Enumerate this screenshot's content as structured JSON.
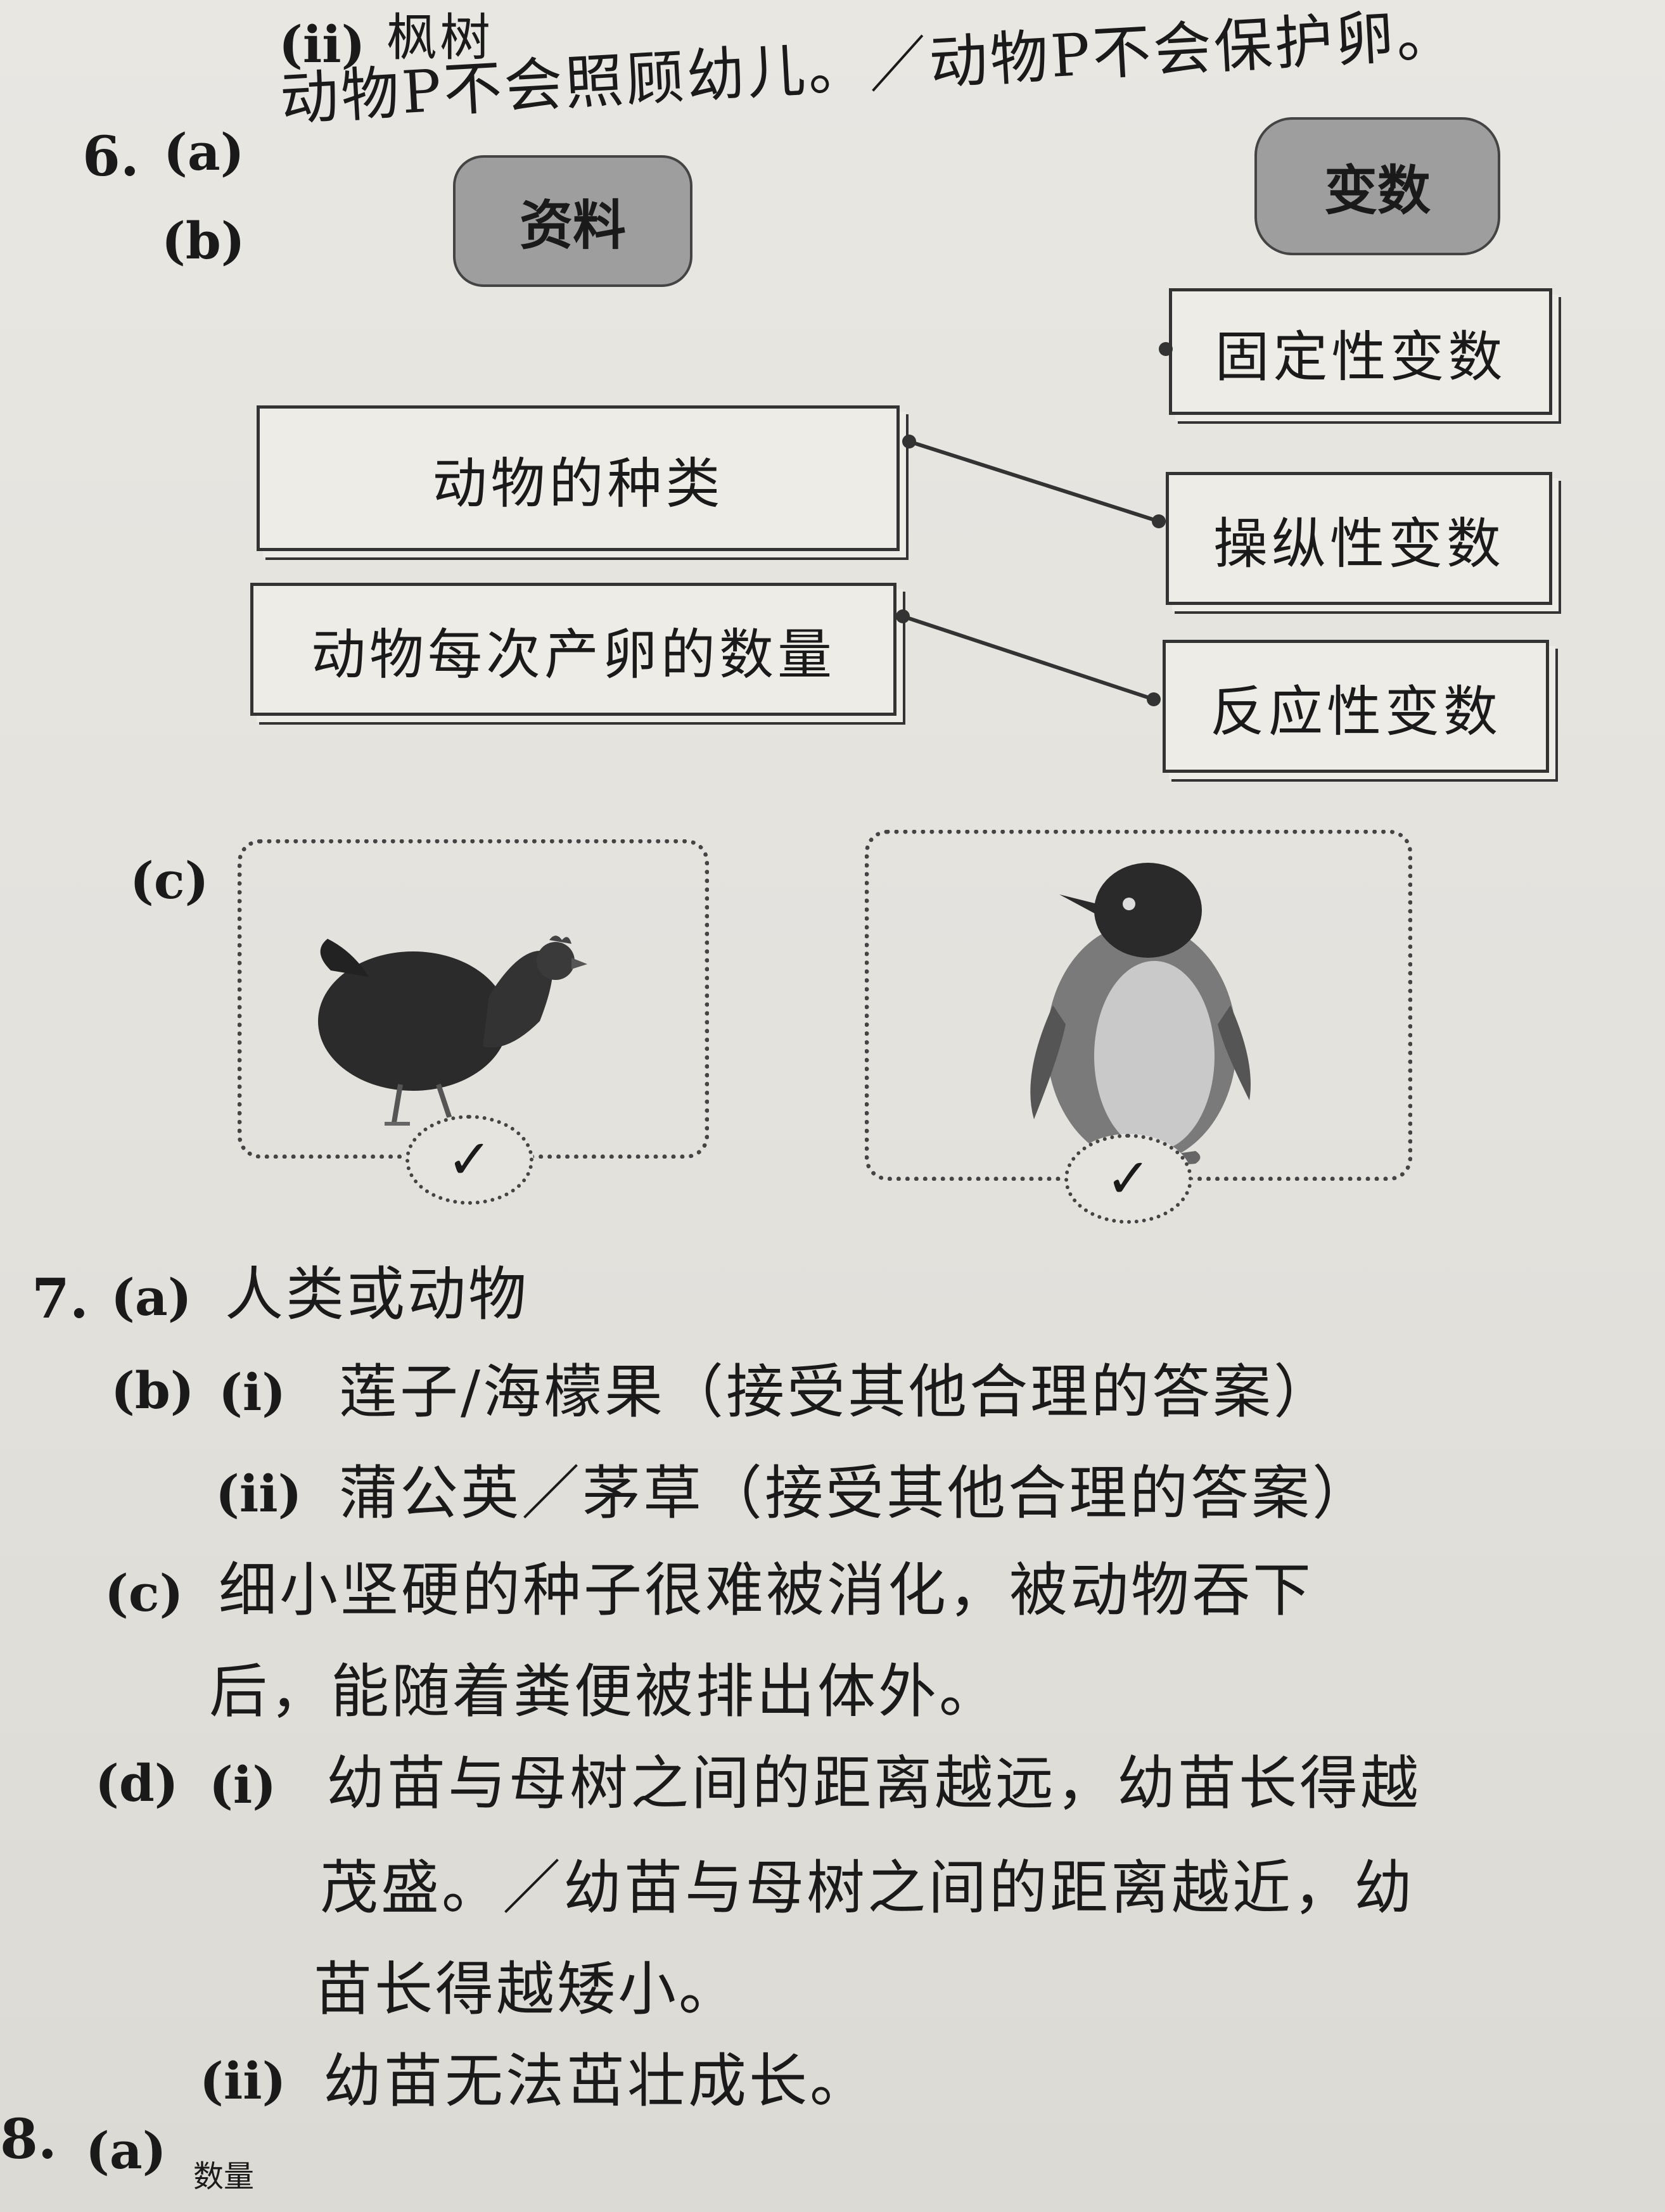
{
  "q5": {
    "sub_ii_label": "(ii)",
    "sub_ii_text": "枫树"
  },
  "q6": {
    "number": "6.",
    "a_label": "(a)",
    "a_text": "动物P不会照顾幼儿。／动物P不会保护卵。",
    "b_label": "(b)",
    "header_data": "资料",
    "header_variable": "变数",
    "data_items": [
      "动物的种类",
      "动物每次产卵的数量"
    ],
    "variable_items": [
      "固定性变数",
      "操纵性变数",
      "反应性变数"
    ],
    "c_label": "(c)",
    "c_mark": "✓",
    "c_images": [
      "chicken",
      "penguin"
    ]
  },
  "q7": {
    "number": "7.",
    "a_label": "(a)",
    "a_text": "人类或动物",
    "b_label": "(b)",
    "b_i_label": "(i)",
    "b_i_text": "莲子/海檬果（接受其他合理的答案）",
    "b_ii_label": "(ii)",
    "b_ii_text": "蒲公英／茅草（接受其他合理的答案）",
    "c_label": "(c)",
    "c_line1": "细小坚硬的种子很难被消化，被动物吞下",
    "c_line2": "后，能随着粪便被排出体外。",
    "d_label": "(d)",
    "d_i_label": "(i)",
    "d_i_line1": "幼苗与母树之间的距离越远，幼苗长得越",
    "d_i_line2": "茂盛。／幼苗与母树之间的距离越近，幼",
    "d_i_line3": "苗长得越矮小。",
    "d_ii_label": "(ii)",
    "d_ii_text": "幼苗无法茁壮成长。"
  },
  "q8": {
    "number": "8.",
    "a_label": "(a)",
    "axis_label": "数量"
  }
}
